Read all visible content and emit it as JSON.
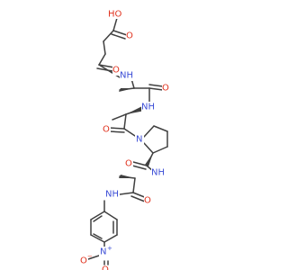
{
  "molecule": {
    "colors": {
      "bond": "#404040",
      "oxygen": "#e0321e",
      "nitrogen": "#3c4ed6",
      "background": "#ffffff"
    },
    "atom_labels": {
      "hydroxyl": "HO",
      "carbonyl_acid": "O",
      "carbonyl_succinyl_amide": "O",
      "nh_1": "NH",
      "carbonyl_ala1": "O",
      "nh_2": "NH",
      "carbonyl_ala2": "O",
      "n_proline": "N",
      "carbonyl_proline": "O",
      "nh_3": "NH",
      "carbonyl_ala3": "O",
      "nh_anilide": "NH",
      "n_nitro": "N",
      "n_nitro_charge": "+",
      "o_nitro_minus": "O",
      "o_nitro_minus_charge": "−",
      "o_nitro": "O"
    }
  }
}
